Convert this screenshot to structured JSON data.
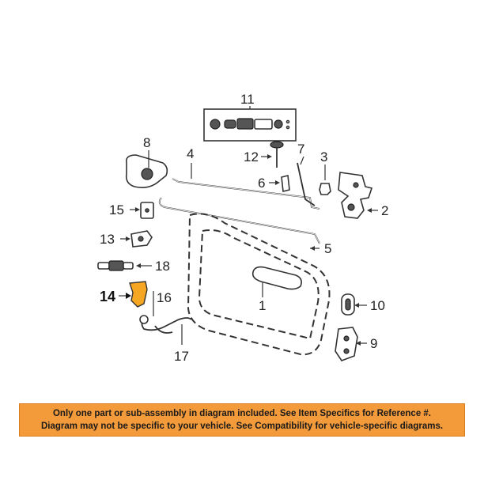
{
  "callouts": {
    "c1": "1",
    "c2": "2",
    "c3": "3",
    "c4": "4",
    "c5": "5",
    "c6": "6",
    "c7": "7",
    "c8": "8",
    "c9": "9",
    "c10": "10",
    "c11": "11",
    "c12": "12",
    "c13": "13",
    "c14": "14",
    "c15": "15",
    "c16": "16",
    "c17": "17",
    "c18": "18"
  },
  "highlight": {
    "part": "14",
    "color": "#f5a623"
  },
  "disclaimer": {
    "line1": "Only one part or sub-assembly in diagram included. See Item Specifics for Reference #.",
    "line2": "Diagram may not be specific to your vehicle. See Compatibility for vehicle-specific diagrams.",
    "background": "#f39a3a"
  }
}
